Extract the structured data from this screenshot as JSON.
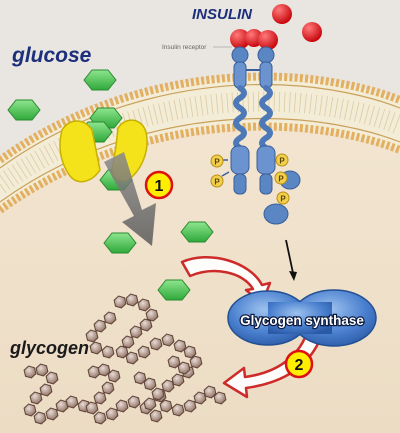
{
  "labels": {
    "glucose": "glucose",
    "insulin": "INSULIN",
    "insulin_receptor": "Insulin receptor",
    "glycogen": "glycogen",
    "glycogen_synthase": "Glycogen synthase",
    "step1": "1",
    "step2": "2",
    "phospho": "P"
  },
  "colors": {
    "glucose": "#4fc94f",
    "insulin": "#e0141a",
    "receptor": "#5b86c4",
    "transporter": "#f5e31a",
    "membrane_head": "#e3b26a",
    "cytoplasm": "#f0e2cc",
    "extracellular": "#eae6e2",
    "enzyme": "#3f78c9",
    "phospho": "#f2cf4e",
    "badge": "#ffee00",
    "label_blue": "#1c2f7a",
    "glycogen_unit": "#a8897a"
  },
  "icons": [
    "glucose-hexagon-icon",
    "insulin-molecule-icon",
    "phosphate-icon",
    "glucose-transporter-icon",
    "arrow-icon"
  ]
}
